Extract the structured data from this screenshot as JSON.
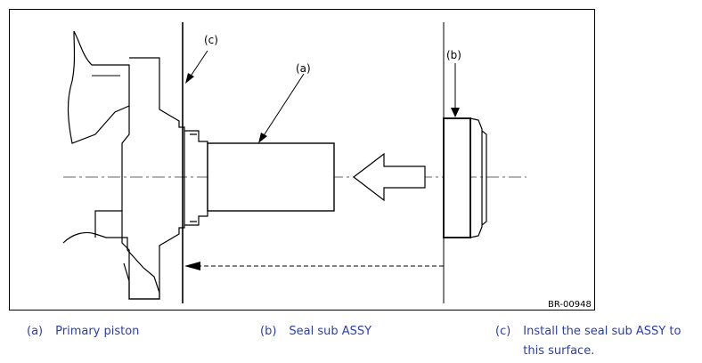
{
  "figure": {
    "callouts": {
      "a": "(a)",
      "b": "(b)",
      "c": "(c)"
    },
    "figure_code": "BR-00948"
  },
  "legend": [
    {
      "key": "(a)",
      "text": "Primary piston"
    },
    {
      "key": "(b)",
      "text": "Seal sub ASSY"
    },
    {
      "key": "(c)",
      "text": "Install the seal sub ASSY to this surface."
    }
  ]
}
